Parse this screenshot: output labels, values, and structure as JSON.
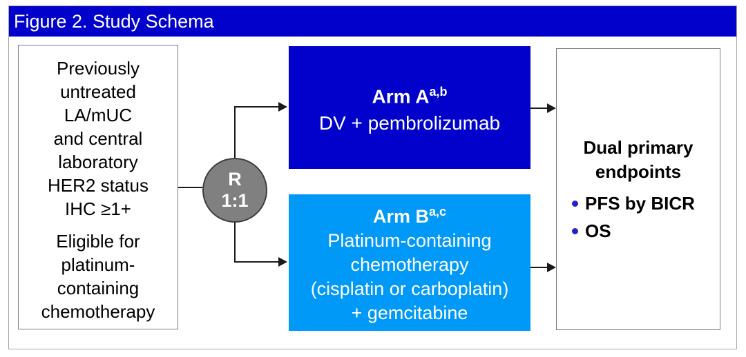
{
  "title": "Figure 2. Study Schema",
  "eligibility": {
    "para1_lines": [
      "Previously",
      "untreated",
      "LA/mUC",
      "and central",
      "laboratory",
      "HER2 status",
      "IHC ≥1+"
    ],
    "para2_lines": [
      "Eligible for",
      "platinum-",
      "containing",
      "chemotherapy"
    ]
  },
  "randomization": {
    "letter": "R",
    "ratio": "1:1"
  },
  "arms": [
    {
      "name": "Arm A",
      "footnote_superscript": "a,b",
      "treatment_lines": [
        "DV + pembrolizumab"
      ]
    },
    {
      "name": "Arm B",
      "footnote_superscript": "a,c",
      "treatment_lines": [
        "Platinum-containing",
        "chemotherapy",
        "(cisplatin or carboplatin)",
        "+ gemcitabine"
      ]
    }
  ],
  "endpoints": {
    "heading_lines": [
      "Dual primary",
      "endpoints"
    ],
    "items": [
      "PFS by BICR",
      "OS"
    ]
  },
  "colors": {
    "title_bar_bg": "#0101CB",
    "arm_a_bg": "#0101CB",
    "arm_b_bg": "#0099F8",
    "randomization_circle_bg": "#808080",
    "bullet": "#2222CC",
    "text_on_blue": "#FFFFFF"
  }
}
